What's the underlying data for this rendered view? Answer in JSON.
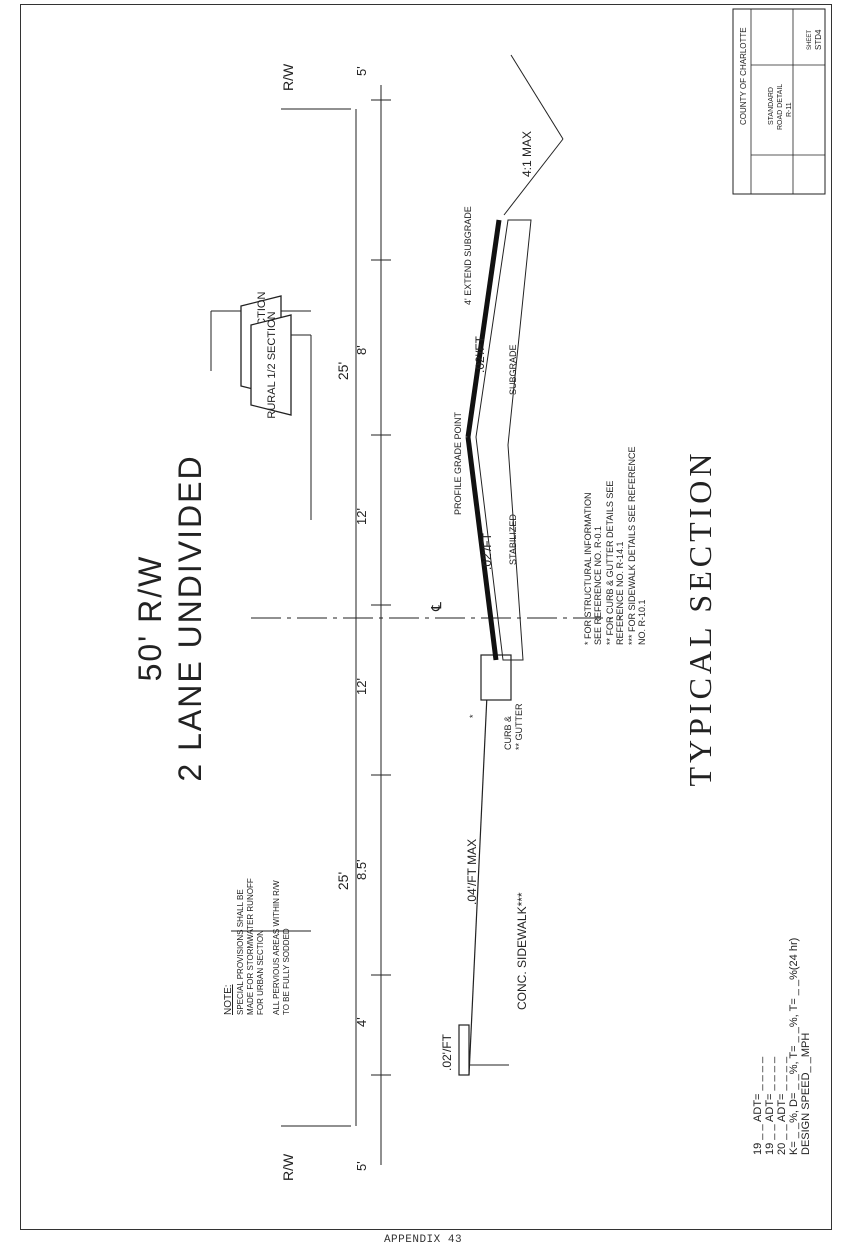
{
  "title": {
    "line1": "50' R/W",
    "line2": "2 LANE UNDIVIDED",
    "caption": "TYPICAL SECTION"
  },
  "labels": {
    "rw_left": "R/W",
    "rw_right": "R/W",
    "outside_left": "5'",
    "outside_right": "5'",
    "half_left": "25'",
    "half_right": "25'",
    "centerline": "℄",
    "box_urban": "URBAN 1/2 SECTION",
    "box_rural": "RURAL 1/2 SECTION",
    "dims": [
      "4'",
      "8.5'",
      "12'",
      "12'",
      "8'"
    ],
    "sidewalk_slope": ".02'/FT",
    "shoulder_slope": ".04'/FT MAX",
    "lane_slope_left": ".02'/FT",
    "lane_slope_right": ".02'/FT",
    "ditch_slope": "4:1 MAX",
    "profile_grade_point": "PROFILE GRADE POINT",
    "extend_subgrade": "4' EXTEND SUBGRADE",
    "stabilized": "STABILIZED",
    "subgrade": "SUBGRADE",
    "curb_gutter_1": "CURB &",
    "curb_gutter_2": "** GUTTER",
    "star": "*",
    "sidewalk_label": "CONC. SIDEWALK***"
  },
  "note": {
    "heading": "NOTE:",
    "lines": [
      "SPECIAL PROVISIONS SHALL BE",
      "MADE FOR STORMWATER RUNOFF",
      "FOR URBAN SECTION",
      "ALL PERVIOUS AREAS WITHIN R/W",
      "TO BE FULLY SODDED"
    ]
  },
  "references": [
    "* FOR STRUCTURAL INFORMATION",
    "  SEE REFERENCE NO. R-0.1",
    "** FOR CURB & GUTTER DETAILS SEE",
    "  REFERENCE NO. R-14.1",
    "*** FOR SIDEWALK DETAILS SEE REFERENCE",
    "  NO. R-10.1"
  ],
  "traffic": [
    "19 _ _  ADT= _ _ _ _",
    "19 _ _  ADT= _ _ _ _",
    "20 _ _  ADT= _ _ _ _",
    "K= _ _%, D= _ _%, T= _ _%, T= _ _%(24 hr)",
    "DESIGN SPEED_ _MPH"
  ],
  "title_block": {
    "org_1": "COUNTY OF CHARLOTTE",
    "org_2": "STANDARD",
    "org_3": "ROAD DETAIL",
    "org_4": "R-11",
    "sheet_label": "SHEET",
    "drawing_no": "STD4"
  },
  "footer": "APPENDIX 43"
}
